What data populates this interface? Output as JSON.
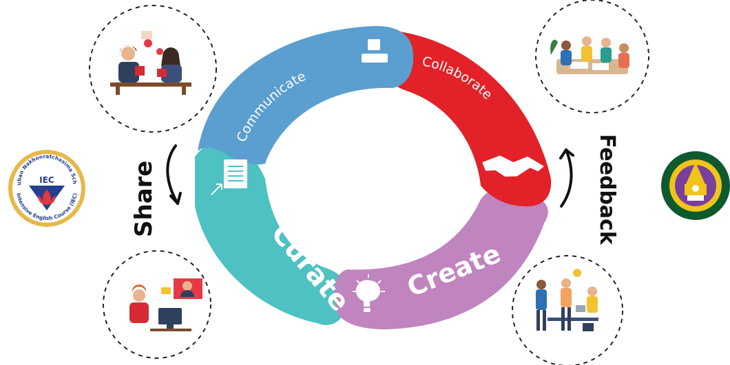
{
  "cycle": {
    "segments": [
      {
        "id": "communicate",
        "label": "Communicate",
        "color": "#5b9fd0",
        "icon": "person-icon"
      },
      {
        "id": "collaborate",
        "label": "Collaborate",
        "color": "#e22128",
        "icon": "handshake-icon"
      },
      {
        "id": "create",
        "label": "Create",
        "color": "#c084bf",
        "icon": "lightbulb-icon"
      },
      {
        "id": "curate",
        "label": "Curate",
        "color": "#4ec1c2",
        "icon": "document-icon"
      }
    ]
  },
  "side_labels": {
    "share": "Share",
    "feedback": "Feedback"
  },
  "logos": {
    "left": {
      "arc_text": "Anuban Nakhonratchasima School",
      "acronym": "IEC",
      "bottom_text": "Intensive English Course (IEC)",
      "colors": {
        "ring": "#e7b84a",
        "blue": "#233f8d",
        "red": "#e0393e"
      }
    },
    "right": {
      "colors": {
        "outer": "#0e5a2e",
        "ring": "#f0c419",
        "inner": "#7a3e9d"
      }
    }
  },
  "illustrations": [
    {
      "id": "students-reading",
      "icon": "students-reading-illustration"
    },
    {
      "id": "team-meeting",
      "icon": "team-meeting-illustration"
    },
    {
      "id": "online-share",
      "icon": "online-share-illustration"
    },
    {
      "id": "team-brainstorm",
      "icon": "team-brainstorm-illustration"
    }
  ]
}
